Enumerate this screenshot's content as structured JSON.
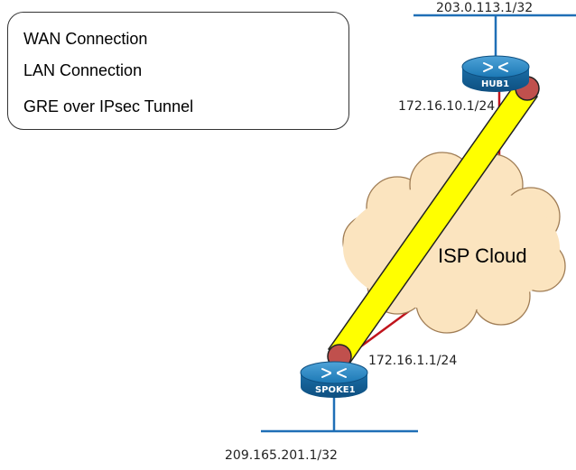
{
  "legend": {
    "wan_label": "WAN Connection",
    "lan_label": "LAN Connection",
    "tunnel_label": "GRE over IPsec Tunnel"
  },
  "colors": {
    "wan": "#c0141c",
    "lan": "#1f6fb6",
    "tunnel_fill": "#ffff00",
    "tunnel_end": "#c0504d",
    "cloud_fill": "#fbe4bf",
    "cloud_stroke": "#a07d55",
    "router_fill": "#1b78b5"
  },
  "devices": {
    "hub": {
      "name": "HUB1",
      "lan_ip": "203.0.113.1/32",
      "wan_ip": "172.16.10.1/24"
    },
    "spoke": {
      "name": "SPOKE1",
      "lan_ip": "209.165.201.1/32",
      "wan_ip": "172.16.1.1/24"
    }
  },
  "cloud": {
    "label": "ISP Cloud"
  }
}
